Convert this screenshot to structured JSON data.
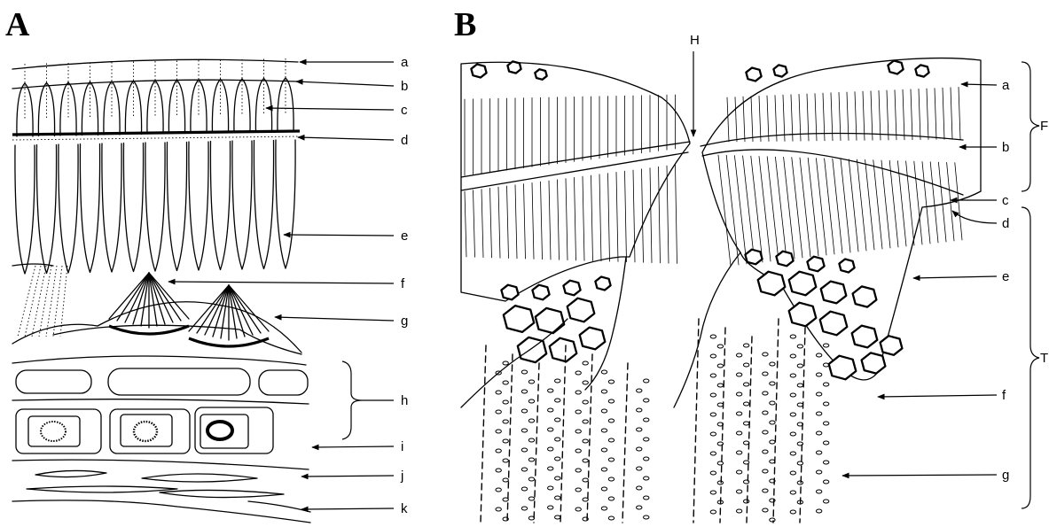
{
  "panels": {
    "a": {
      "letter": "A",
      "labels": [
        "a",
        "b",
        "c",
        "d",
        "e",
        "f",
        "g",
        "h",
        "i",
        "j",
        "k"
      ]
    },
    "b": {
      "letter": "B",
      "hilum_label": "H",
      "labels": [
        "a",
        "b",
        "c",
        "d",
        "e",
        "f",
        "g"
      ],
      "brace_labels": [
        "F",
        "T"
      ]
    }
  }
}
